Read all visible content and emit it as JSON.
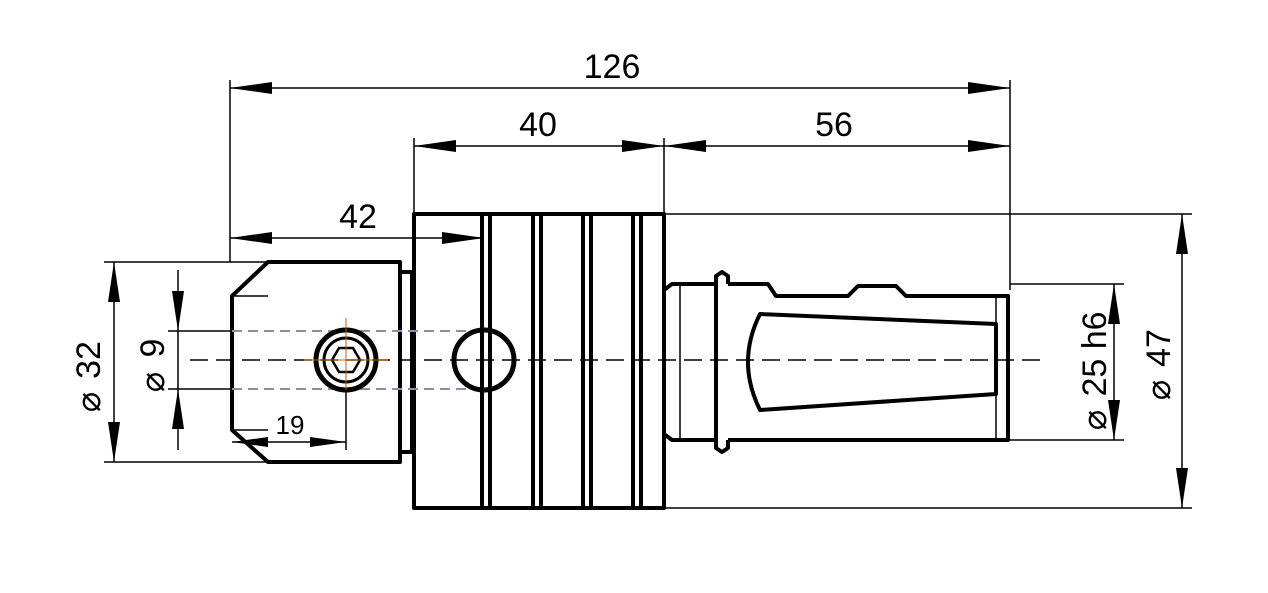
{
  "dimensions": {
    "overall_length": "126",
    "body_length": "40",
    "shank_length": "56",
    "nose_length": "42",
    "nose_diameter": "32",
    "bore_diameter": "9",
    "screw_offset": "19",
    "shank_diameter": "25 h6",
    "flange_diameter": "47"
  },
  "symbols": {
    "diameter": "⌀"
  }
}
